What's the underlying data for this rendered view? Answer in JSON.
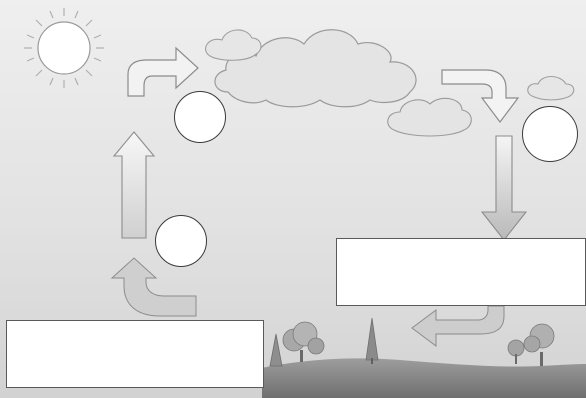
{
  "diagram": {
    "subject": "water cycle",
    "colors": {
      "sky": "#e6e6e6",
      "cloud": "#e3e3e3",
      "arrow_fill": "#e8e8e8",
      "ground": "#8a8a8a",
      "trees": "#9a9a9a"
    },
    "blank_boxes": [
      {
        "id": "box-right",
        "text": ""
      },
      {
        "id": "box-bottom-left",
        "text": ""
      }
    ],
    "blank_circles": [
      {
        "id": "circle-top-left",
        "text": ""
      },
      {
        "id": "circle-top-right",
        "text": ""
      },
      {
        "id": "circle-lower-left",
        "text": ""
      }
    ]
  }
}
